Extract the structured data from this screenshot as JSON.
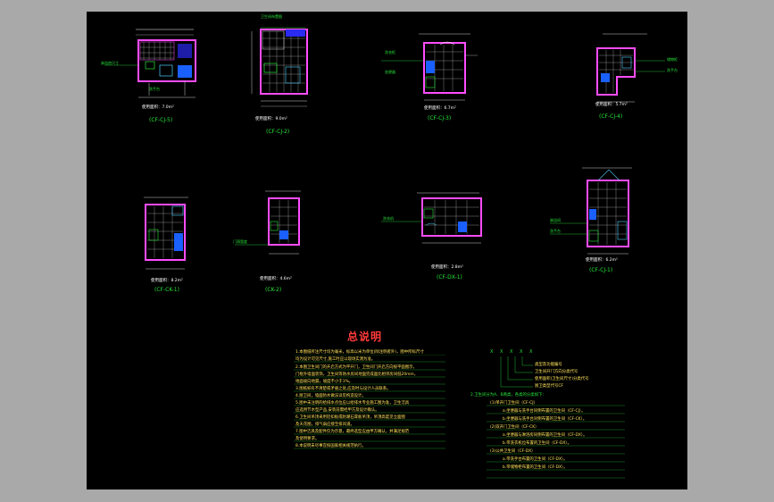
{
  "drawing": {
    "background": "#000000",
    "frame_color": "#a9a9a9",
    "wall_color": "#ff4dff",
    "dim_color": "#ffffff",
    "label_color": "#27e33a"
  },
  "plans": [
    {
      "id": "p1",
      "area_label": "使用面积：7.0m²",
      "code": "(CF-CJ-5)",
      "tag1": "淋浴房尺寸",
      "tag2": "洗手台"
    },
    {
      "id": "p2",
      "area_label": "使用面积：9.0m²",
      "code": "(CF-CJ-2)",
      "tag1": "卫生间布置图",
      "tag2": ""
    },
    {
      "id": "p3",
      "area_label": "使用面积：6.7m²",
      "code": "(CF-CJ-3)",
      "tag1": "洗衣柜",
      "tag2": "坐便器"
    },
    {
      "id": "p4",
      "area_label": "使用面积：5.7m²",
      "code": "(CF-CJ-4)",
      "tag1": "储物柜",
      "tag2": "洗手台"
    },
    {
      "id": "p5",
      "area_label": "使用面积：8.2m²",
      "code": "(CF-CK-1)",
      "tag1": "",
      "tag2": ""
    },
    {
      "id": "p6",
      "area_label": "使用面积：4.6m²",
      "code": "(CK-2)",
      "tag1": "门洞宽度",
      "tag2": ""
    },
    {
      "id": "p7",
      "area_label": "使用面积：2.8m²",
      "code": "(CF-DX-1)",
      "tag1": "洗衣机",
      "tag2": ""
    },
    {
      "id": "p8",
      "area_label": "使用面积：6.2m²",
      "code": "(CF-CJ-1)",
      "tag1": "淋浴间",
      "tag2": "洗手台"
    }
  ],
  "notes": {
    "title": "总说明",
    "left": [
      "1.本图纸所注尺寸均为毫米，标高以米为单位(除注明者外)，图中所标尺寸",
      "  均为设计可见尺寸,施工时应以现场实测为准。",
      "2.本图卫生间门的开启方式为平开门，卫生间门开启方向按平面图示，",
      "  门框外墙面装饰，卫生间等防水房间地面完成面比相邻房间低20mm，",
      "  地面坡向地漏，坡度不小于1%。",
      "3.图纸如有不清楚或矛盾之处,应及时与设计人员联系。",
      "4.厨卫间，墙面防水做法详见构造设计。",
      "5.图中未注明的给排水点位应以给排水专业施工图为准，卫生洁具",
      "  应选用节水型产品,安装前需经甲方及设计确认。",
      "6.卫生间吊顶采用铝扣板或防潮石膏板吊顶，吊顶高度见立面图",
      "  及天花图，排气扇应接至排风道。",
      "7.图中洁具及配件仅为示意，最终选型应由甲方确认，并满足规范",
      "  及使用要求。",
      "8.本说明未尽事宜按国家相关规范执行。"
    ],
    "legend_code": "X X X X X",
    "legend": [
      "类型及功能编号",
      "卫生间开门方向分类代号",
      "使用面积(卫生间尺寸)分类代号",
      "厨卫类型代号CF"
    ],
    "right": [
      "2.卫生间分为A、B两类，各类的分类如下：",
      "(1)单开门卫生间（CF-CJ）",
      "a.坐便器与洗手台同侧布置的卫生间（CF-CJ）。",
      "b.坐便器与洗手台对侧布置的卫生间（CF-CK）。",
      "(2)双开门卫生间（CF-CK）",
      "a.坐便器与淋浴房同侧布置的卫生间（CF-DX）。",
      "b.带洗衣机位布置的卫生间（CF-DX）。",
      "(3)公共卫生间（CF-DX）",
      "a.带洗手台布置的卫生间（CF-DX）。",
      "b.带储物柜布置的卫生间（CF-DX）。"
    ]
  }
}
